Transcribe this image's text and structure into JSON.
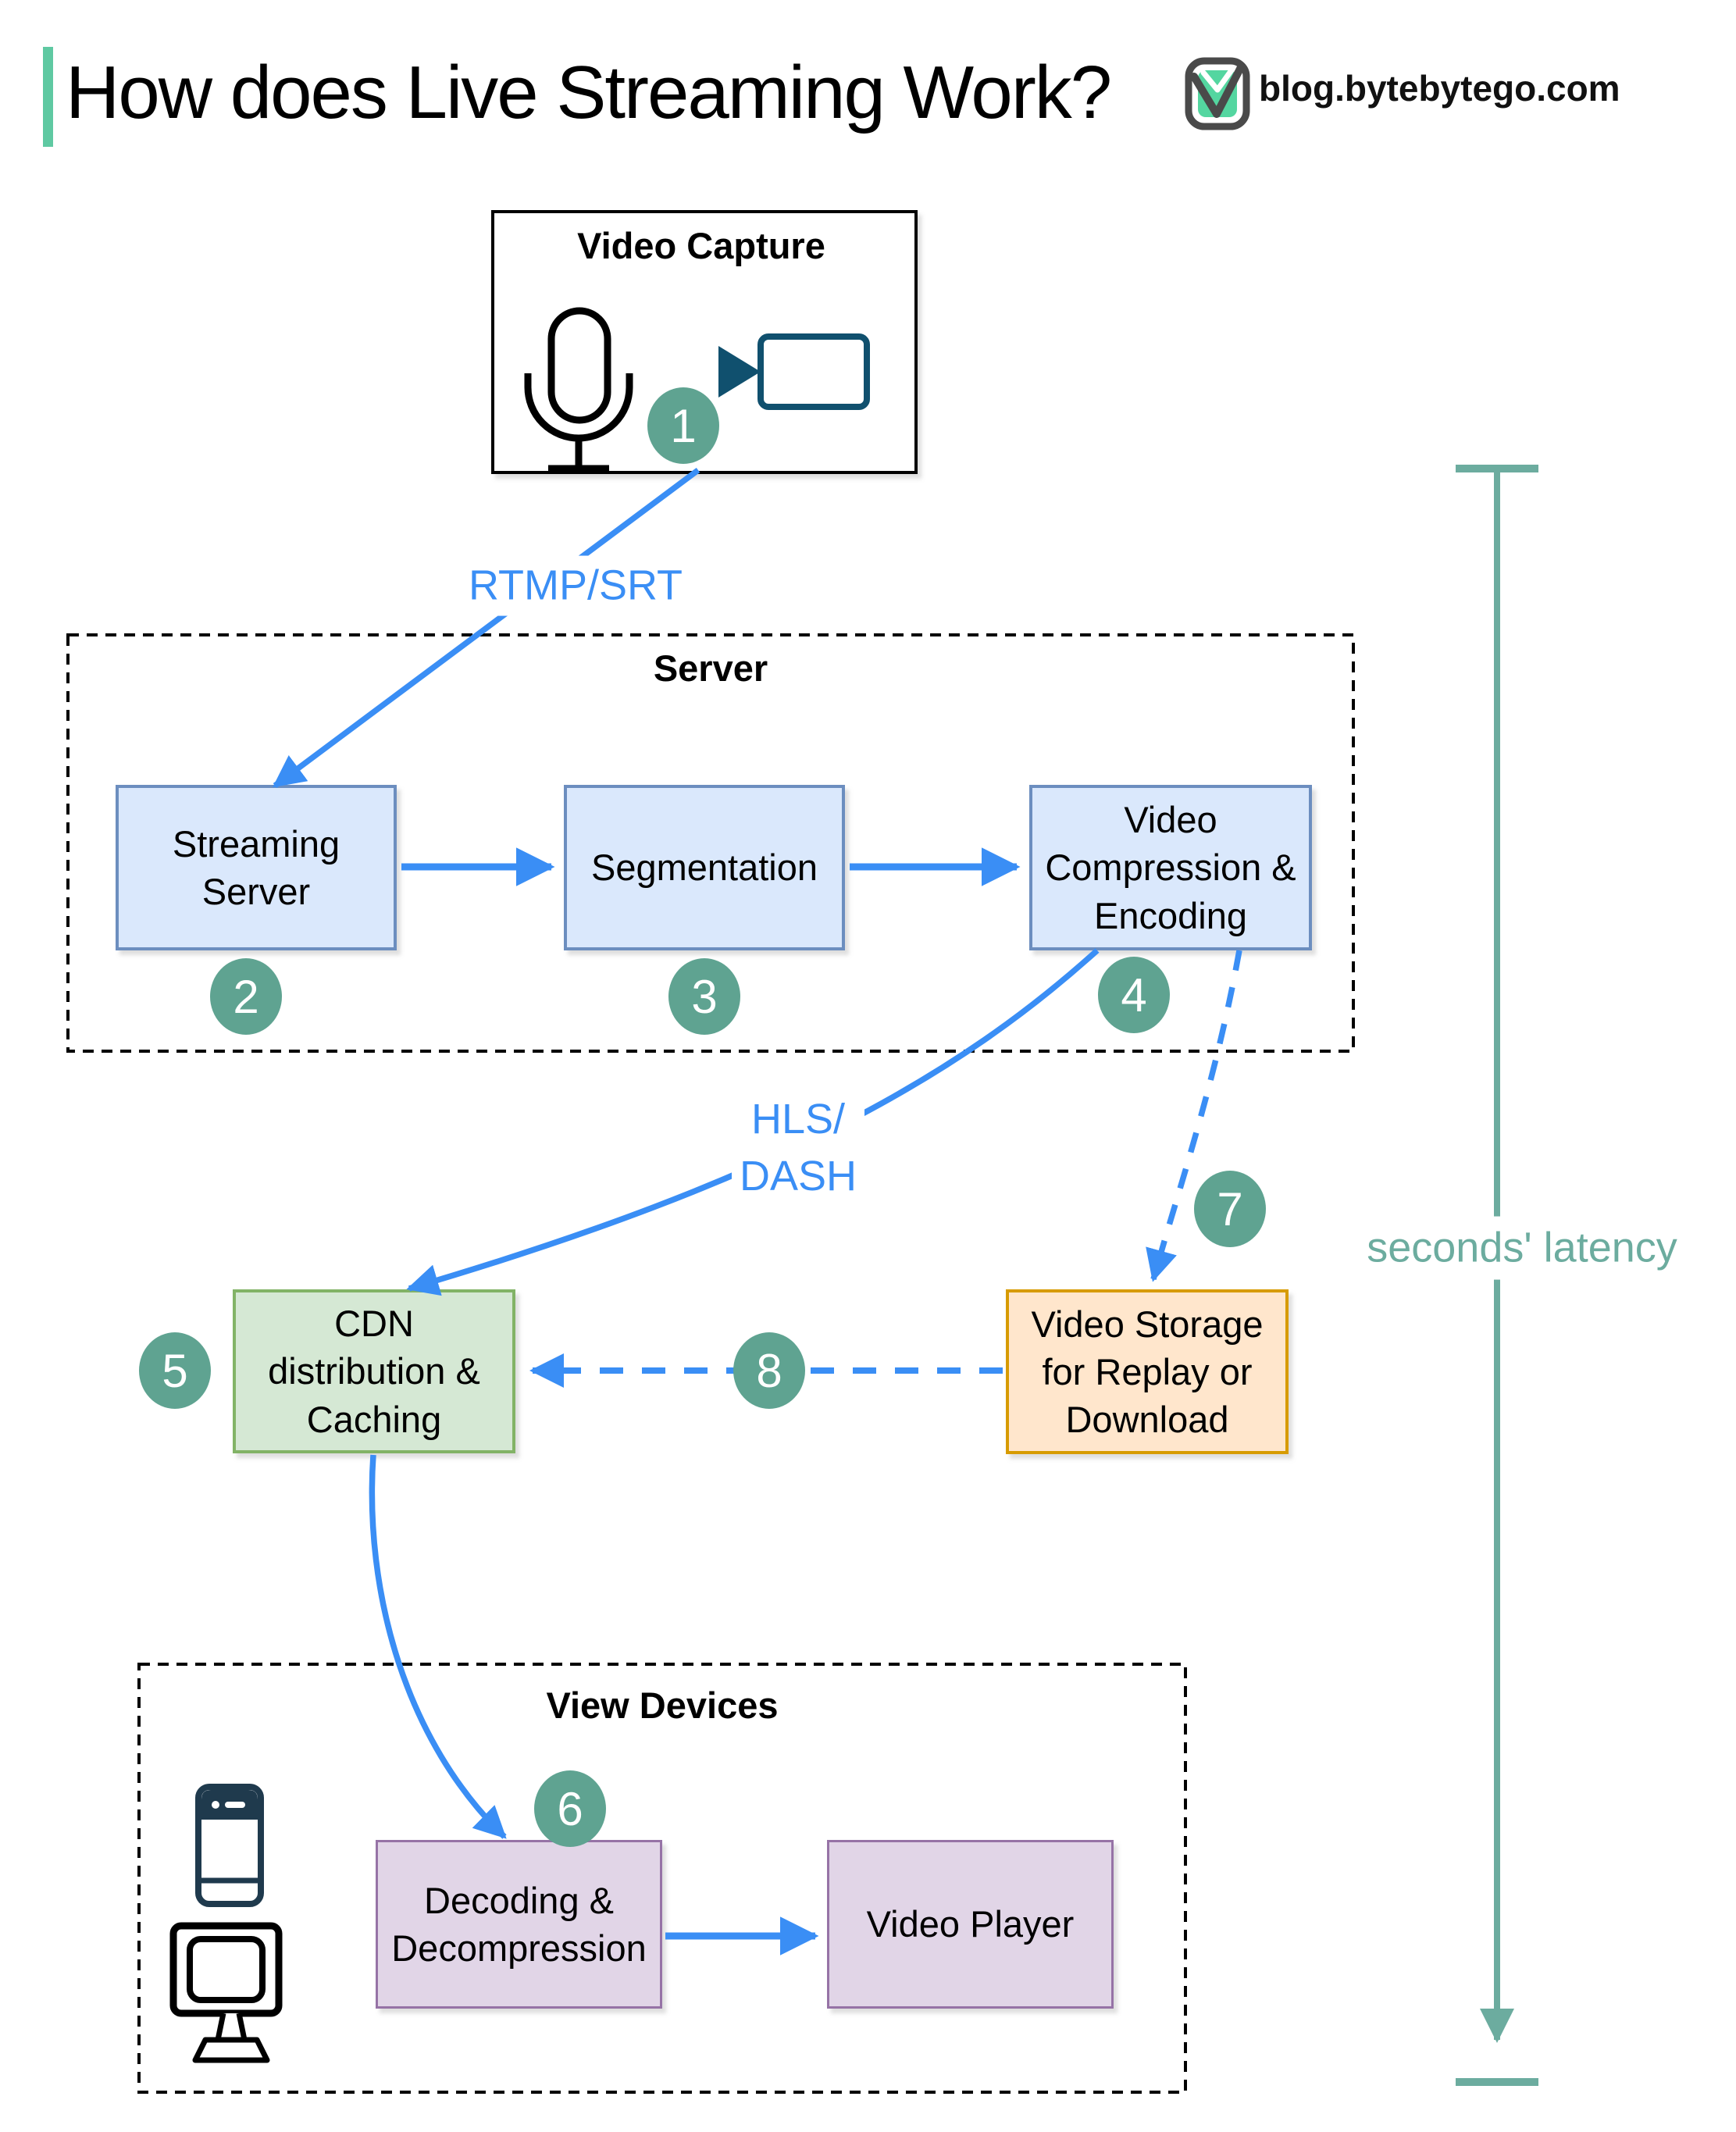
{
  "header": {
    "title": "How does Live Streaming Work?",
    "site": "blog.bytebytego.com"
  },
  "groups": {
    "video_capture": {
      "label": "Video Capture"
    },
    "server": {
      "label": "Server"
    },
    "view_devices": {
      "label": "View Devices"
    }
  },
  "nodes": {
    "streaming_server": {
      "label": "Streaming Server"
    },
    "segmentation": {
      "label": "Segmentation"
    },
    "video_compression": {
      "label": "Video Compression & Encoding"
    },
    "cdn": {
      "label": "CDN distribution & Caching"
    },
    "video_storage": {
      "label": "Video Storage for Replay or Download"
    },
    "decoding": {
      "label": "Decoding & Decompression"
    },
    "video_player": {
      "label": "Video Player"
    }
  },
  "edge_labels": {
    "ingest_protocol": "RTMP/SRT",
    "delivery_protocol_line1": "HLS/",
    "delivery_protocol_line2": "DASH",
    "latency": "seconds' latency"
  },
  "steps": {
    "s1": "1",
    "s2": "2",
    "s3": "3",
    "s4": "4",
    "s5": "5",
    "s6": "6",
    "s7": "7",
    "s8": "8"
  },
  "icons": {
    "microphone": "microphone-icon",
    "video_camera": "video-camera-icon",
    "smartphone": "smartphone-icon",
    "monitor": "monitor-icon",
    "logo": "bytebytego-logo"
  },
  "colors": {
    "accent_green": "#5FC9A2",
    "logo_green": "#54D6A0",
    "arrow_blue": "#3A8EF5",
    "latency_teal": "#6CAC9F",
    "step_badge_teal": "#5FA391",
    "blue_box_fill": "#DAE8FC",
    "blue_box_border": "#6C8EBF",
    "green_box_fill": "#D5E8D4",
    "green_box_border": "#82B366",
    "orange_box_fill": "#FFE6CC",
    "orange_box_border": "#D79B00",
    "purple_box_fill": "#E1D5E7",
    "purple_box_border": "#9673A6",
    "camera_icon": "#10506E",
    "phone_icon": "#1F3A4D"
  }
}
